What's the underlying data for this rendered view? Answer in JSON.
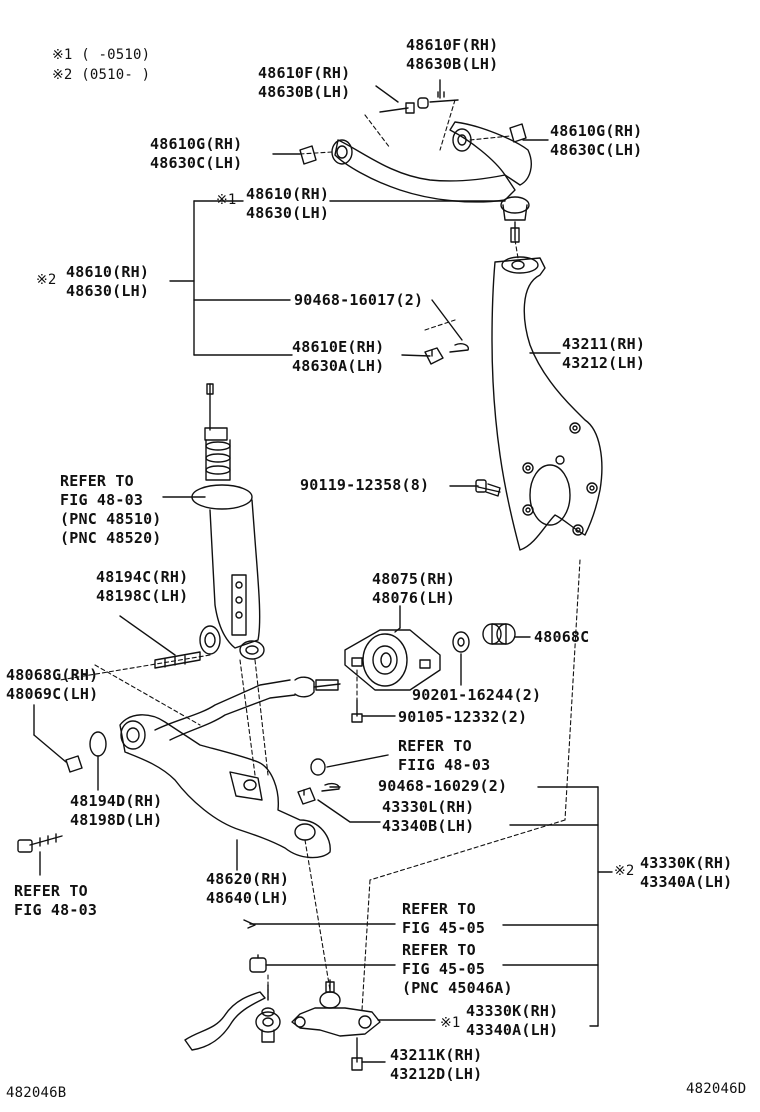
{
  "notes": {
    "n1": "※1  (    -0510)",
    "n2": "※2  (0510-     )"
  },
  "parts": {
    "p48610F_top": [
      "48610F(RH)",
      "48630B(LH)"
    ],
    "p48610F_left": [
      "48610F(RH)",
      "48630B(LH)"
    ],
    "p48610G_left": [
      "48610G(RH)",
      "48630C(LH)"
    ],
    "p48610G_right": [
      "48610G(RH)",
      "48630C(LH)"
    ],
    "p48610_n1": [
      "48610(RH)",
      "48630(LH)"
    ],
    "p48610_n1_mark": "※1",
    "p48610_n2": [
      "48610(RH)",
      "48630(LH)"
    ],
    "p48610_n2_mark": "※2",
    "p90468_16017": "90468-16017(2)",
    "p48610E": [
      "48610E(RH)",
      "48630A(LH)"
    ],
    "p43211": [
      "43211(RH)",
      "43212(LH)"
    ],
    "p90119": "90119-12358(8)",
    "refer_48_03_a": [
      "REFER TO",
      "FIG 48-03",
      "(PNC 48510)",
      "(PNC 48520)"
    ],
    "p48194C": [
      "48194C(RH)",
      "48198C(LH)"
    ],
    "p48075": [
      "48075(RH)",
      "48076(LH)"
    ],
    "p48068C": "48068C",
    "p48068G": [
      "48068G(RH)",
      "48069C(LH)"
    ],
    "p90201": "90201-16244(2)",
    "p90105": "90105-12332(2)",
    "refer_48_03_b": [
      "REFER TO",
      "FIIG 48-03"
    ],
    "p90468_16029": "90468-16029(2)",
    "p48194D": [
      "48194D(RH)",
      "48198D(LH)"
    ],
    "p43330L": [
      "43330L(RH)",
      "43340B(LH)"
    ],
    "p43330K_n2": [
      "43330K(RH)",
      "43340A(LH)"
    ],
    "p43330K_n2_mark": "※2",
    "refer_48_03_c": [
      "REFER TO",
      "FIG 48-03"
    ],
    "p48620": [
      "48620(RH)",
      "48640(LH)"
    ],
    "refer_45_05_a": [
      "REFER TO",
      "FIG 45-05"
    ],
    "refer_45_05_b": [
      "REFER TO",
      "FIG 45-05",
      "(PNC 45046A)"
    ],
    "p43330K_n1": [
      "43330K(RH)",
      "43340A(LH)"
    ],
    "p43330K_n1_mark": "※1",
    "p43211K": [
      "43211K(RH)",
      "43212D(LH)"
    ]
  },
  "footer": {
    "left_code": "482046B",
    "right_code": "482046D"
  }
}
